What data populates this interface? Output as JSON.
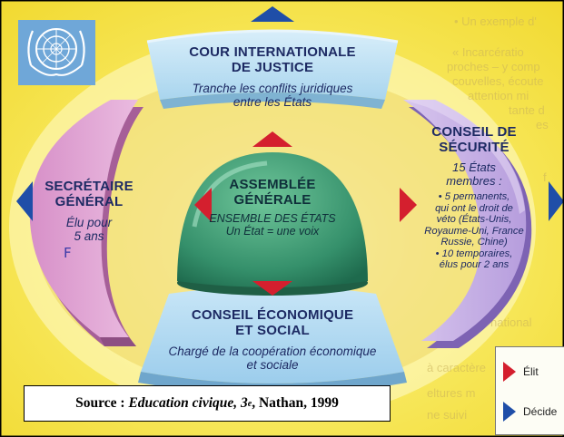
{
  "top": {
    "title_line1": "COUR INTERNATIONALE",
    "title_line2": "DE JUSTICE",
    "desc_line1": "Tranche les conflits juridiques",
    "desc_line2": "entre les États"
  },
  "left": {
    "title_line1": "SECRÉTAIRE",
    "title_line2": "GÉNÉRAL",
    "desc_line1": "Élu pour",
    "desc_line2": "5 ans",
    "handwritten": "F"
  },
  "center": {
    "title_line1": "ASSEMBLÉE",
    "title_line2": "GÉNÉRALE",
    "desc_line1": "ENSEMBLE DES ÉTATS",
    "desc_line2": "Un État = une voix"
  },
  "right": {
    "title_line1": "CONSEIL DE",
    "title_line2": "SÉCURITÉ",
    "members_line1": "15 États",
    "members_line2": "membres :",
    "item1_line1": "5 permanents,",
    "item1_line2": "qui ont le droit de",
    "item1_line3": "véto (États-Unis,",
    "item1_line4": "Royaume-Uni, France",
    "item1_line5": "Russie, Chine)",
    "item2_line1": "10 temporaires,",
    "item2_line2": "élus pour 2 ans"
  },
  "bottom": {
    "title_line1": "CONSEIL ÉCONOMIQUE",
    "title_line2": "ET SOCIAL",
    "desc_line1": "Chargé de la coopération économique",
    "desc_line2": "et sociale"
  },
  "source": {
    "prefix": "Source : ",
    "book": "Education civique, 3",
    "sup": "e",
    "suffix": ", Nathan, 1999"
  },
  "legend": {
    "elit": "Élit",
    "decide": "Décide"
  },
  "colors": {
    "elit": "#d41f2e",
    "decide": "#1f4ea8",
    "court": "#bfe2f2",
    "secretary": "#e3a9d6",
    "security": "#c9b3e6",
    "assembly": "#3f9a72",
    "ecosoc": "#a9d6f0",
    "background": "#f4e23a"
  },
  "background_text": {
    "r1": "• Un exemple d'",
    "r2": "« Incarcératio",
    "r3": "proches – y comp",
    "r4": "couvelles, écoute",
    "r5": "attention mi",
    "r6": "tante d",
    "r7": "es",
    "r8": "f",
    "r9": "national",
    "r10": "à caractère",
    "r11": "eltures m",
    "r12": "ne suivi"
  },
  "emblem": "un-emblem-icon"
}
